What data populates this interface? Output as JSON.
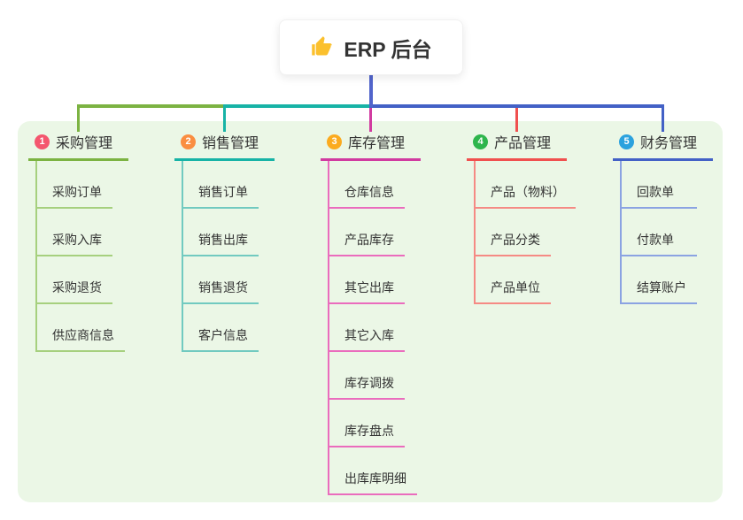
{
  "root": {
    "title": "ERP 后台",
    "icon": "thumbs-up-icon"
  },
  "colors": {
    "canvas_bg": "#ffffff",
    "panel_bg": "#ebf7e6",
    "root_connector": "#5164cb",
    "node_bg": "#ffffff",
    "text": "#333333",
    "thumb_icon": "#fbc02d"
  },
  "branches": [
    {
      "index": "1",
      "label": "采购管理",
      "badge_color": "#f4566e",
      "line_color": "#7cb342",
      "sub_line_color": "#a6d07e",
      "items": [
        "采购订单",
        "采购入库",
        "采购退货",
        "供应商信息"
      ]
    },
    {
      "index": "2",
      "label": "销售管理",
      "badge_color": "#fa8e41",
      "line_color": "#17b3a6",
      "sub_line_color": "#71cac0",
      "items": [
        "销售订单",
        "销售出库",
        "销售退货",
        "客户信息"
      ]
    },
    {
      "index": "3",
      "label": "库存管理",
      "badge_color": "#fbab1f",
      "line_color": "#d13ba0",
      "sub_line_color": "#ea6cbd",
      "items": [
        "仓库信息",
        "产品库存",
        "其它出库",
        "其它入库",
        "库存调拨",
        "库存盘点",
        "出库库明细"
      ]
    },
    {
      "index": "4",
      "label": "产品管理",
      "badge_color": "#2eb54c",
      "line_color": "#f0504f",
      "sub_line_color": "#f58a84",
      "items": [
        "产品（物料）",
        "产品分类",
        "产品单位"
      ]
    },
    {
      "index": "5",
      "label": "财务管理",
      "badge_color": "#2ba2de",
      "line_color": "#4361c6",
      "sub_line_color": "#8ba3e2",
      "items": [
        "回款单",
        "付款单",
        "结算账户"
      ]
    }
  ]
}
